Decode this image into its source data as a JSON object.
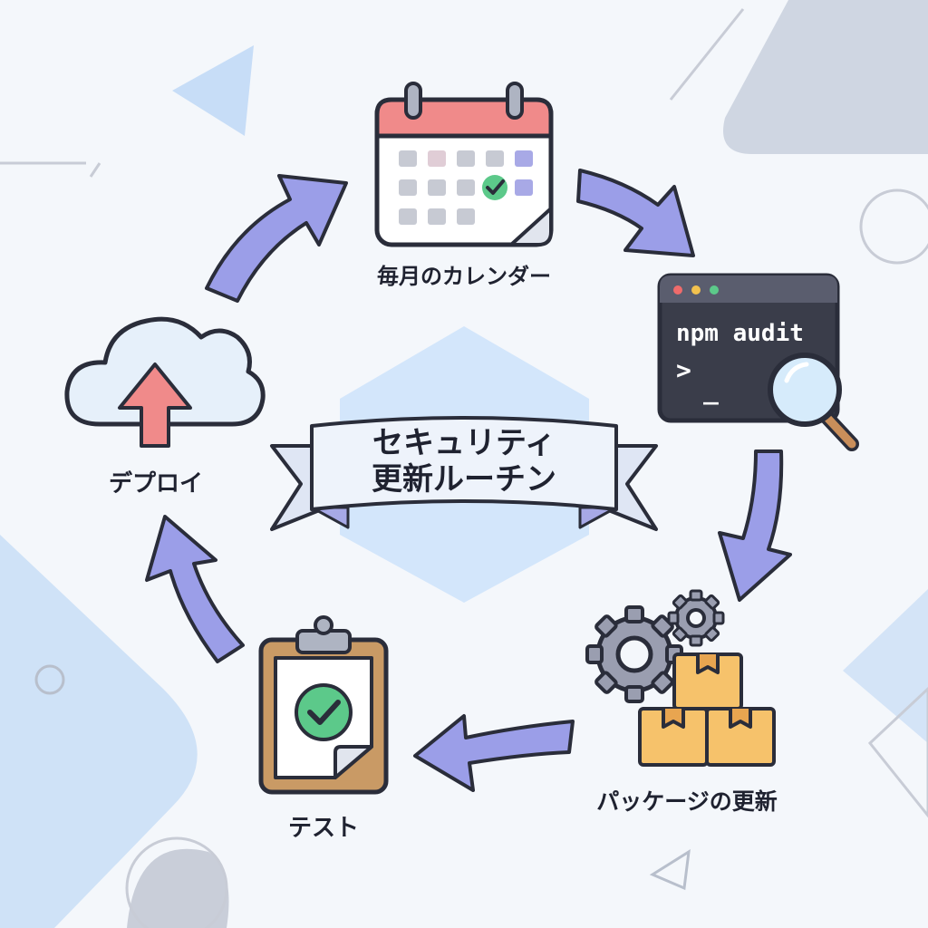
{
  "center_banner": {
    "line1": "セキュリティ",
    "line2": "更新ルーチン"
  },
  "steps": {
    "calendar": {
      "label": "毎月のカレンダー",
      "icon": "calendar-icon"
    },
    "audit": {
      "label": "",
      "command": "npm audit",
      "prompt": ">",
      "cursor": "_",
      "icon": "terminal-icon"
    },
    "packages": {
      "label": "パッケージの更新",
      "icon": "packages-gears-icon"
    },
    "test": {
      "label": "テスト",
      "icon": "clipboard-check-icon"
    },
    "deploy": {
      "label": "デプロイ",
      "icon": "cloud-upload-icon"
    }
  },
  "colors": {
    "arrow": "#9b9ee8",
    "outline": "#2a2d3a",
    "accent_red": "#f08a8a",
    "check_green": "#5cc98a",
    "box_orange": "#f6c26b",
    "terminal_bg": "#3a3d4a"
  }
}
